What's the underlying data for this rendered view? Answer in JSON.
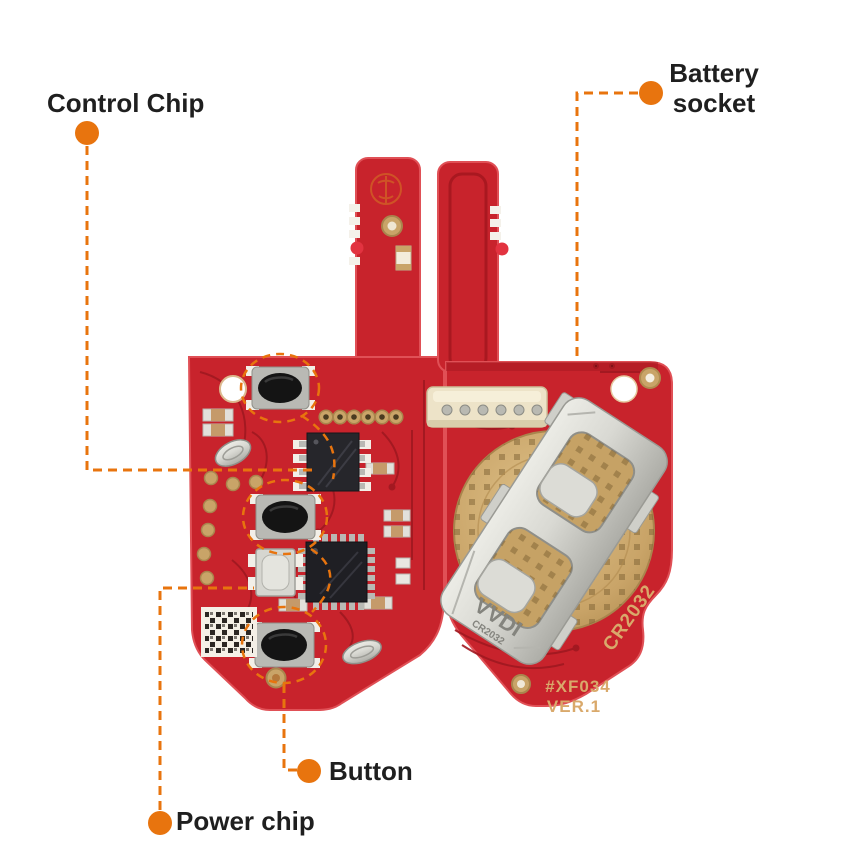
{
  "annotations": {
    "control_chip": {
      "label": "Control Chip"
    },
    "battery_socket": {
      "label": "Battery socket"
    },
    "button": {
      "label": "Button"
    },
    "power_chip": {
      "label": "Power chip"
    },
    "accent_color": "#e8740e",
    "line_style": "dashed-orange"
  },
  "boards": {
    "front": {
      "description": "remote key PCB front side with buttons and chips",
      "pcb_color": "#c8232c",
      "icons": {
        "logo": "xhorse-logo-etch"
      }
    },
    "back": {
      "description": "remote key PCB back side with battery socket",
      "pcb_color": "#c8232c",
      "battery_silkscreen": "CR2032",
      "part_number": "#XF034",
      "version": "VER.1",
      "clip_stamp_brand": "VVDI",
      "clip_stamp_model": "CR2032"
    }
  },
  "colors": {
    "pcb_red": "#c8232c",
    "trace_dark_red": "#a01820",
    "gold_pad": "#c9a468",
    "metal_silver": "#cfcfc9",
    "connector_cream": "#ede3c8",
    "annotation_orange": "#e8740e",
    "label_text": "#1f1f1f"
  }
}
